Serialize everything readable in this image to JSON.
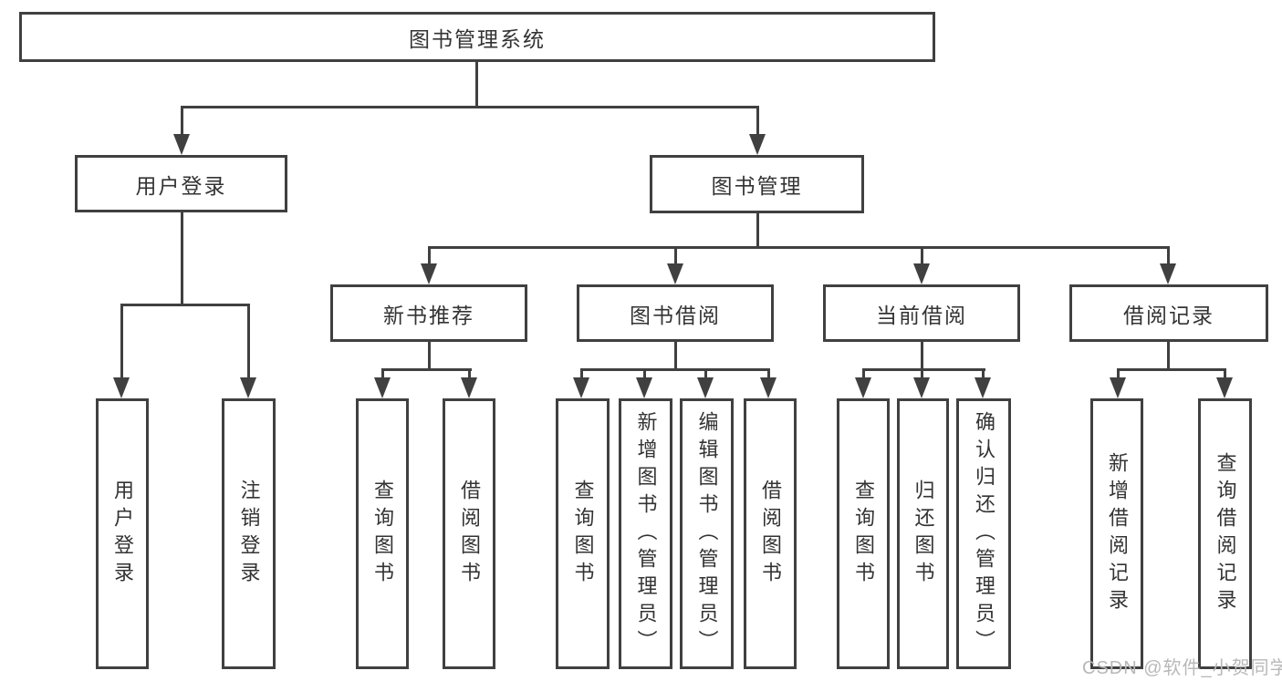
{
  "diagram": {
    "type": "tree",
    "title": "图书管理系统",
    "nodes": {
      "root": "图书管理系统",
      "user_login": "用户登录",
      "book_mgmt": "图书管理",
      "new_book_rec": "新书推荐",
      "book_borrow": "图书借阅",
      "current_borrow": "当前借阅",
      "borrow_record": "借阅记录",
      "leaf_user_login": "用户登录",
      "leaf_logout": "注销登录",
      "leaf_query_book_1": "查询图书",
      "leaf_borrow_book_1": "借阅图书",
      "leaf_query_book_2": "查询图书",
      "leaf_add_book": "新增图书（管理员）",
      "leaf_edit_book": "编辑图书（管理员）",
      "leaf_borrow_book_2": "借阅图书",
      "leaf_query_book_3": "查询图书",
      "leaf_return_book": "归还图书",
      "leaf_confirm_return": "确认归还（管理员）",
      "leaf_add_borrow_rec": "新增借阅记录",
      "leaf_query_borrow_rec": "查询借阅记录"
    },
    "hierarchy": {
      "图书管理系统": [
        "用户登录",
        "图书管理"
      ],
      "用户登录": [
        "用户登录",
        "注销登录"
      ],
      "图书管理": [
        "新书推荐",
        "图书借阅",
        "当前借阅",
        "借阅记录"
      ],
      "新书推荐": [
        "查询图书",
        "借阅图书"
      ],
      "图书借阅": [
        "查询图书",
        "新增图书（管理员）",
        "编辑图书（管理员）",
        "借阅图书"
      ],
      "当前借阅": [
        "查询图书",
        "归还图书",
        "确认归还（管理员）"
      ],
      "借阅记录": [
        "新增借阅记录",
        "查询借阅记录"
      ]
    },
    "watermark": "CSDN @软件_小贺同学",
    "colors": {
      "line": "#404040",
      "border": "#404040",
      "text": "#333333",
      "watermark": "#b8b8b8",
      "background": "#ffffff"
    }
  }
}
